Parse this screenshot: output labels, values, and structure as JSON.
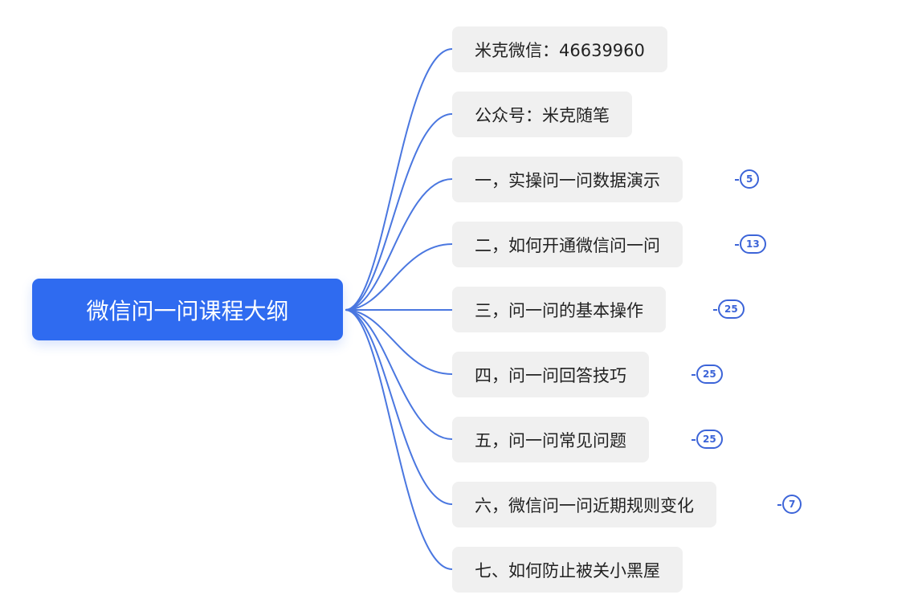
{
  "mindmap": {
    "root": {
      "label": "微信问一问课程大纲",
      "color": "#2f6bf0"
    },
    "link_color": "#4a77e0",
    "children": [
      {
        "label": "米克微信：46639960",
        "count": null
      },
      {
        "label": "公众号：米克随笔",
        "count": null
      },
      {
        "label": "一，实操问一问数据演示",
        "count": "5"
      },
      {
        "label": "二，如何开通微信问一问",
        "count": "13"
      },
      {
        "label": "三，问一问的基本操作",
        "count": "25"
      },
      {
        "label": "四，问一问回答技巧",
        "count": "25"
      },
      {
        "label": "五，问一问常见问题",
        "count": "25"
      },
      {
        "label": "六，微信问一问近期规则变化",
        "count": "7"
      },
      {
        "label": "七、如何防止被关小黑屋",
        "count": null
      }
    ]
  }
}
